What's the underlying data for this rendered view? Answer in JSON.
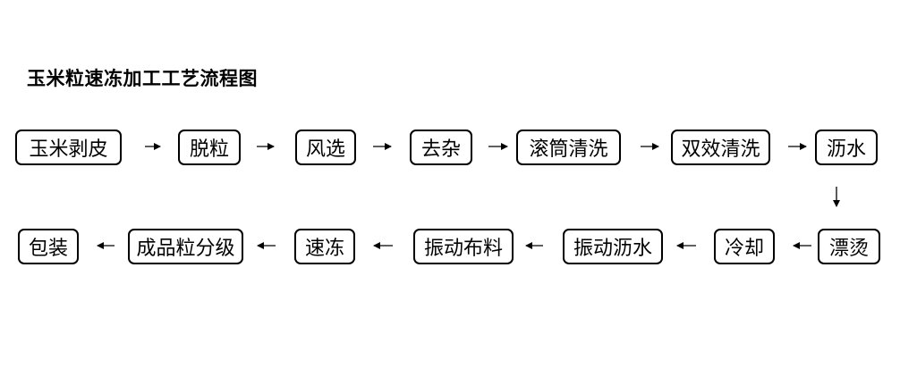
{
  "title": "玉米粒速冻加工工艺流程图",
  "diagram": {
    "row1": [
      "玉米剥皮",
      "脱粒",
      "风选",
      "去杂",
      "滚筒清洗",
      "双效清洗",
      "沥水"
    ],
    "row2": [
      "包装",
      "成品粒分级",
      "速冻",
      "振动布料",
      "振动沥水",
      "冷却",
      "漂烫"
    ],
    "flow_order": [
      "玉米剥皮",
      "脱粒",
      "风选",
      "去杂",
      "滚筒清洗",
      "双效清洗",
      "沥水",
      "漂烫",
      "冷却",
      "振动沥水",
      "振动布料",
      "速冻",
      "成品粒分级",
      "包装"
    ]
  }
}
